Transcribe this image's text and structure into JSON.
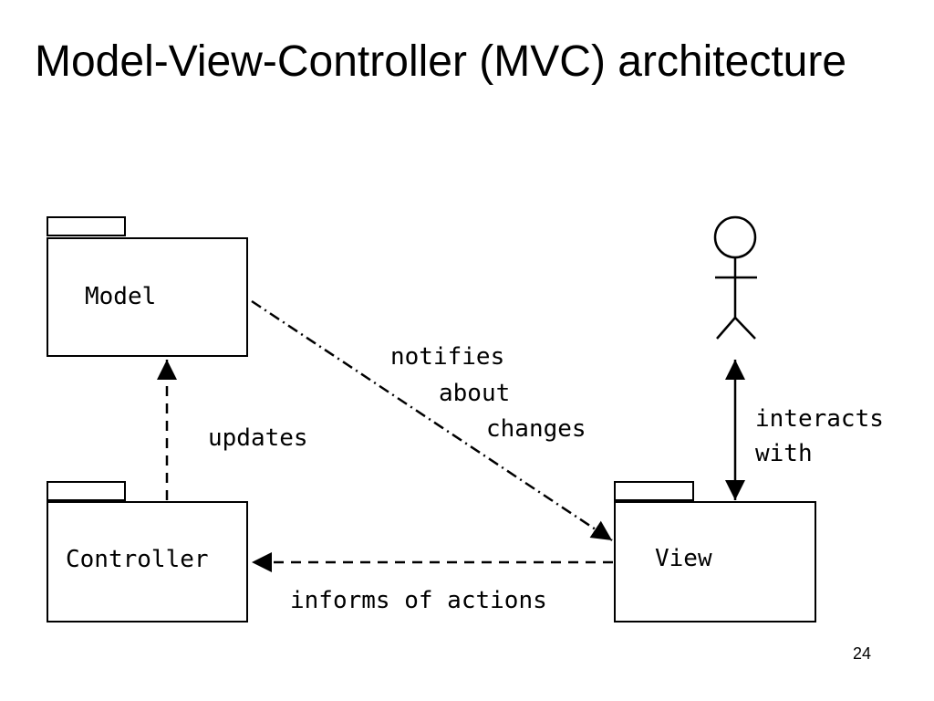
{
  "slide": {
    "title": "Model-View-Controller (MVC) architecture",
    "page_number": "24"
  },
  "diagram": {
    "packages": {
      "model": "Model",
      "controller": "Controller",
      "view": "View"
    },
    "actor": "user",
    "edges": {
      "updates": "updates",
      "notifies_line1": "notifies",
      "notifies_line2": "about",
      "notifies_line3": "changes",
      "informs": "informs of actions",
      "interacts_line1": "interacts",
      "interacts_line2": "with"
    }
  }
}
